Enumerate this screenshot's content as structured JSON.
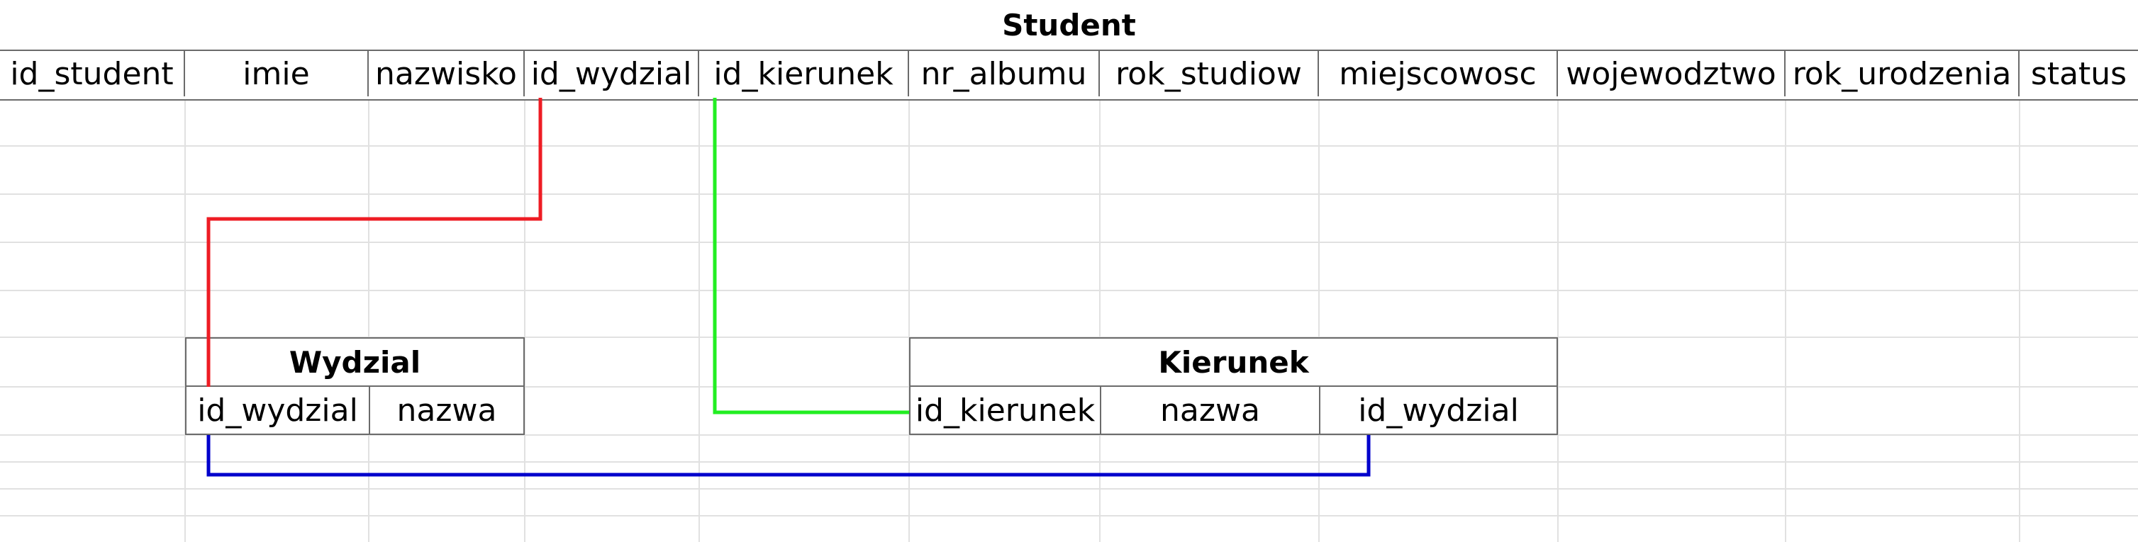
{
  "tables": {
    "student": {
      "title": "Student",
      "columns": [
        "id_student",
        "imie",
        "nazwisko",
        "id_wydzial",
        "id_kierunek",
        "nr_albumu",
        "rok_studiow",
        "miejscowosc",
        "wojewodztwo",
        "rok_urodzenia",
        "status"
      ]
    },
    "wydzial": {
      "title": "Wydzial",
      "columns": [
        "id_wydzial",
        "nazwa"
      ]
    },
    "kierunek": {
      "title": "Kierunek",
      "columns": [
        "id_kierunek",
        "nazwa",
        "id_wydzial"
      ]
    }
  },
  "relations": [
    {
      "from": "student.id_wydzial",
      "to": "wydzial.id_wydzial",
      "color": "#ee1c24"
    },
    {
      "from": "student.id_kierunek",
      "to": "kierunek.id_kierunek",
      "color": "#22ee22"
    },
    {
      "from": "wydzial.id_wydzial",
      "to": "kierunek.id_wydzial",
      "color": "#0000cc"
    }
  ],
  "colors": {
    "grid": "#e1e1e1",
    "border": "#6b6b6b"
  }
}
